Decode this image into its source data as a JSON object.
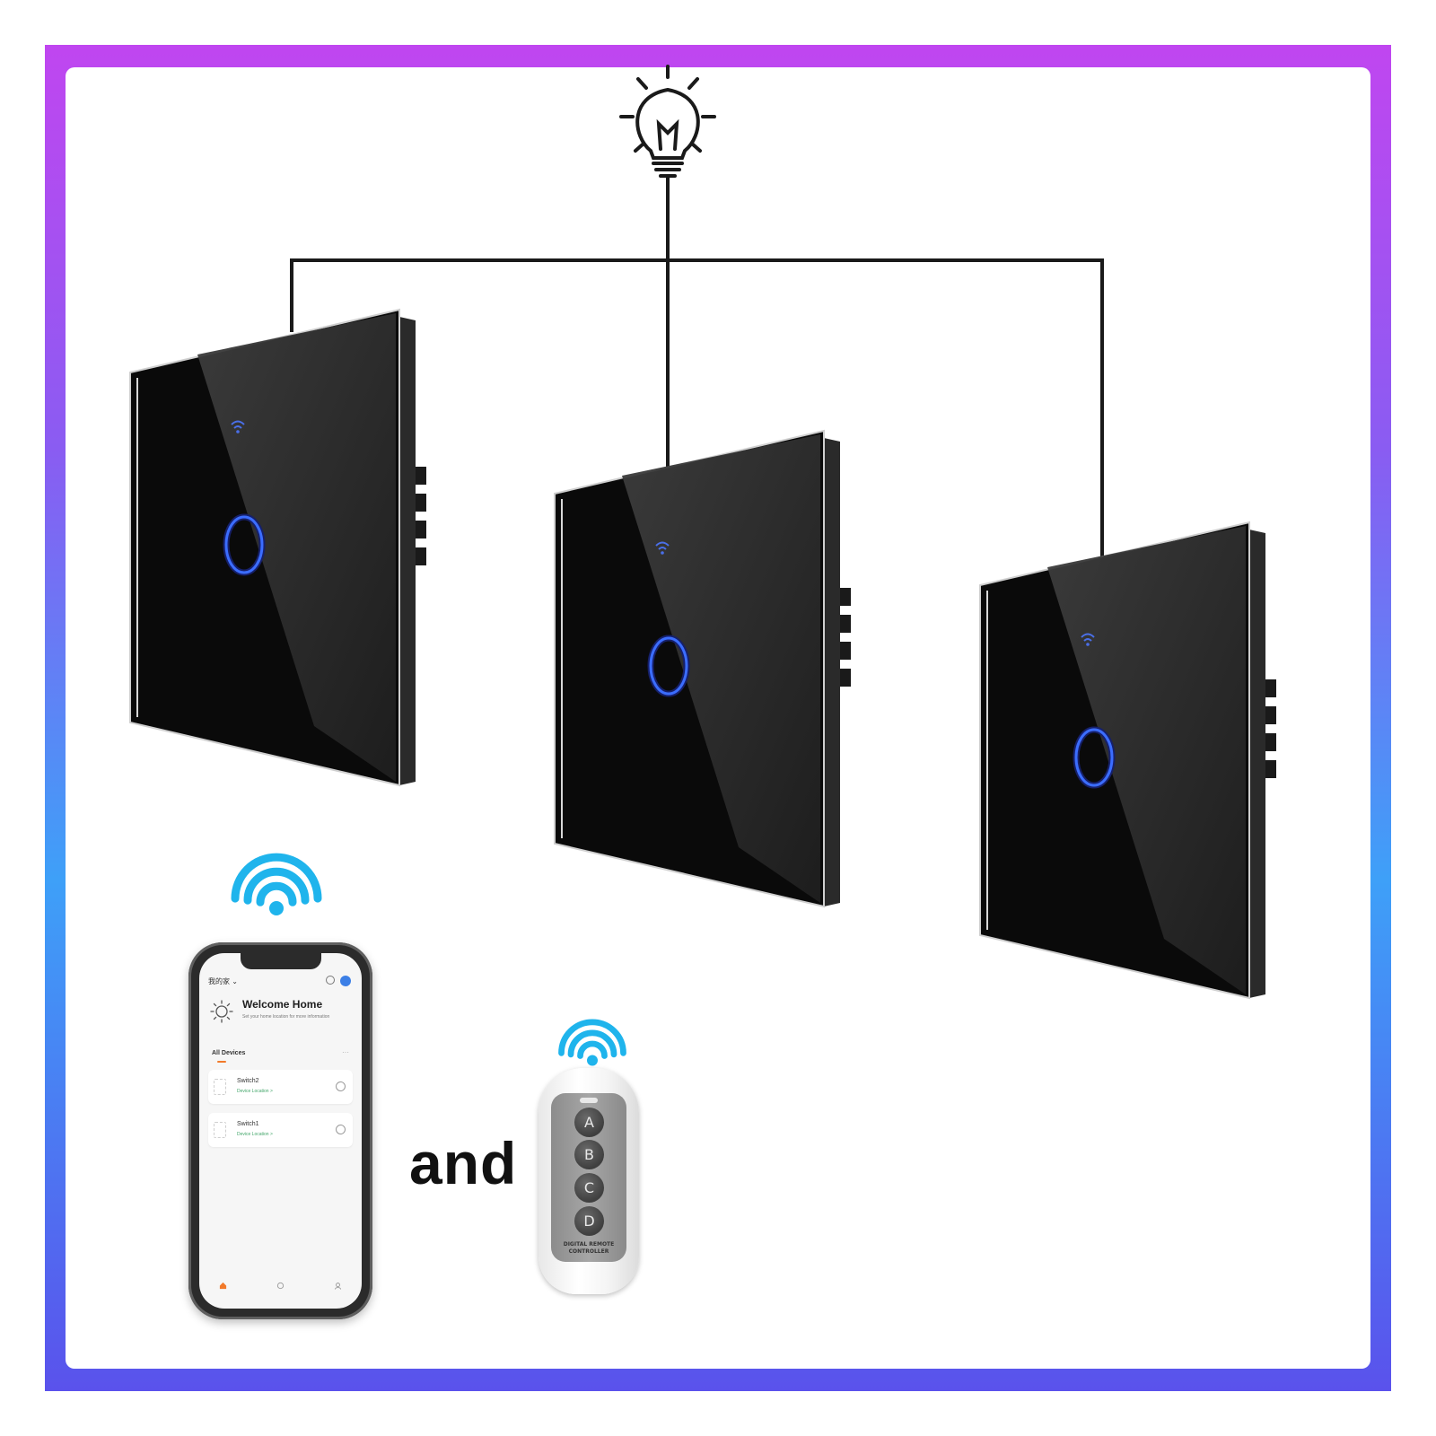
{
  "colors": {
    "frame_gradient": [
      "#c046f0",
      "#8a5cf2",
      "#3ea0f8",
      "#5a52ec"
    ],
    "wifi_blue": "#1fb4ec",
    "panel_black": "#0a0a0a",
    "touch_ring_blue": "#3b6dff",
    "app_accent": "#f27a2a",
    "app_green": "#43a66a"
  },
  "icons": [
    "light-bulb-icon",
    "wifi-icon",
    "power-icon",
    "home-icon",
    "sun-icon"
  ],
  "and_label": "and",
  "phone": {
    "home_name": "我的家 ⌄",
    "welcome_title": "Welcome Home",
    "welcome_subtitle": "Set your home location for more information",
    "section_label": "All Devices",
    "more": "···",
    "devices": [
      {
        "name": "Switch2",
        "room": "Device Location >"
      },
      {
        "name": "Switch1",
        "room": "Device Location >"
      }
    ]
  },
  "remote": {
    "buttons": [
      "A",
      "B",
      "C",
      "D"
    ],
    "brand_line1": "DIGITAL REMOTE",
    "brand_line2": "CONTROLLER"
  }
}
